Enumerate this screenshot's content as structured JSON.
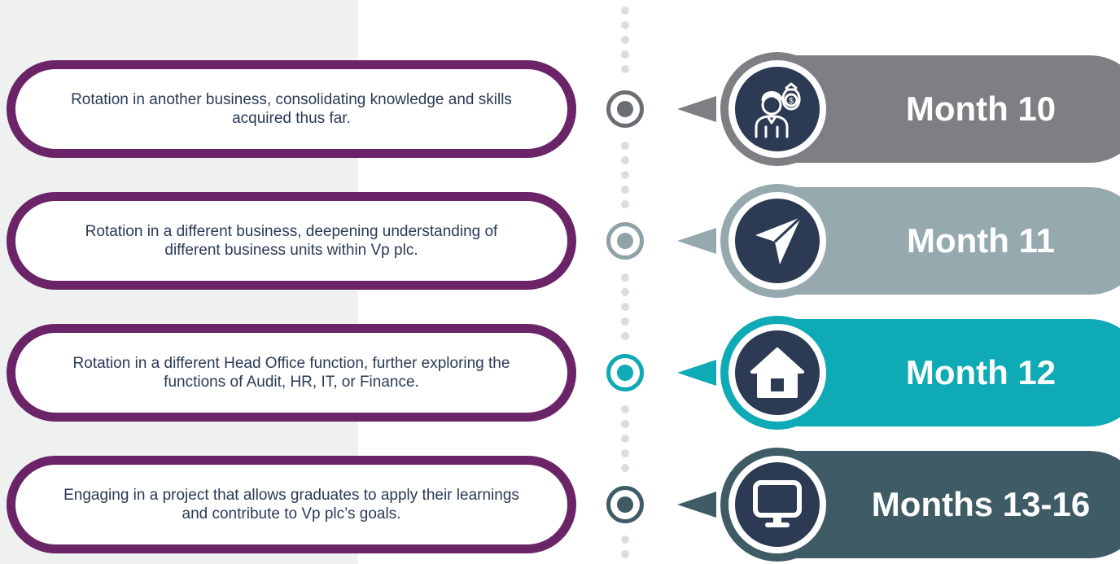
{
  "stages": [
    {
      "label": "Month 10",
      "description": "Rotation in another business, consolidating knowledge and skills acquired thus far.",
      "icon": "person-money-bag-icon",
      "color": "#7d7f82",
      "node_color": "#6b6e72"
    },
    {
      "label": "Month 11",
      "description": "Rotation in a different business, deepening understanding of different business units within Vp plc.",
      "icon": "paper-plane-icon",
      "color": "#95a9ae",
      "node_color": "#8ea2a8"
    },
    {
      "label": "Month 12",
      "description": "Rotation in a different Head Office function, further exploring the functions of Audit, HR, IT, or Finance.",
      "icon": "home-icon",
      "color": "#0eaab5",
      "node_color": "#0eaab5"
    },
    {
      "label": "Months 13-16",
      "description": "Engaging in a project that allows graduates to apply their learnings and contribute to Vp plc’s goals.",
      "icon": "monitor-icon",
      "color": "#3f5c66",
      "node_color": "#3f5c66"
    }
  ]
}
